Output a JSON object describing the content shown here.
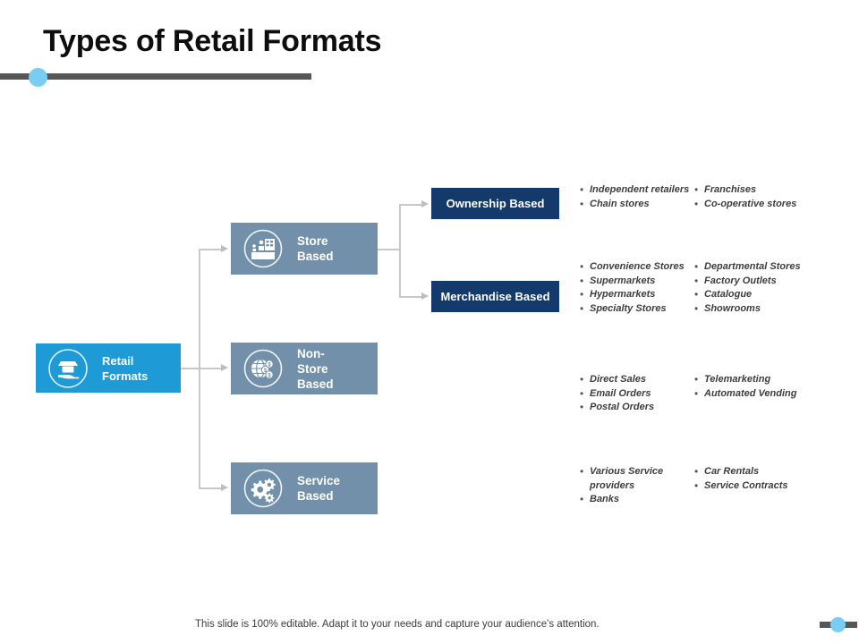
{
  "slide": {
    "title": "Types of Retail Formats",
    "footer_note": "This slide is 100% editable. Adapt it to your needs and capture your audience's attention."
  },
  "colors": {
    "accent_blue": "#1e9bd7",
    "slate": "#7290aa",
    "navy": "#133a6b",
    "bar_gray": "#575757",
    "dot_blue": "#79cdf2",
    "connector": "#c8c8c8"
  },
  "diagram": {
    "root": {
      "label": "Retail Formats",
      "icon": "store-hand-icon"
    },
    "branches": [
      {
        "label": "Store Based",
        "icon": "store-counter-icon"
      },
      {
        "label": "Non-\nStore Based",
        "line1": "Non-",
        "line2": "Store",
        "line3": "Based",
        "icon": "globe-money-icon"
      },
      {
        "label": "Service Based",
        "icon": "gears-icon"
      }
    ],
    "subcategories": [
      {
        "label": "Ownership Based"
      },
      {
        "label": "Merchandise Based"
      }
    ]
  },
  "bullet_groups": [
    {
      "id": "ownership-based-items",
      "left": [
        "Independent retailers",
        "Chain stores"
      ],
      "right": [
        "Franchises",
        "Co-operative stores"
      ]
    },
    {
      "id": "merchandise-based-items",
      "left": [
        "Convenience Stores",
        "Supermarkets",
        "Hypermarkets",
        "Specialty Stores"
      ],
      "right": [
        "Departmental Stores",
        "Factory Outlets",
        "Catalogue",
        "Showrooms"
      ]
    },
    {
      "id": "non-store-based-items",
      "left": [
        "Direct Sales",
        "Email Orders",
        "Postal Orders"
      ],
      "right": [
        "Telemarketing",
        "Automated Vending"
      ]
    },
    {
      "id": "service-based-items",
      "left": [
        "Various Service providers",
        "Banks"
      ],
      "right": [
        "Car Rentals",
        "Service Contracts"
      ]
    }
  ]
}
